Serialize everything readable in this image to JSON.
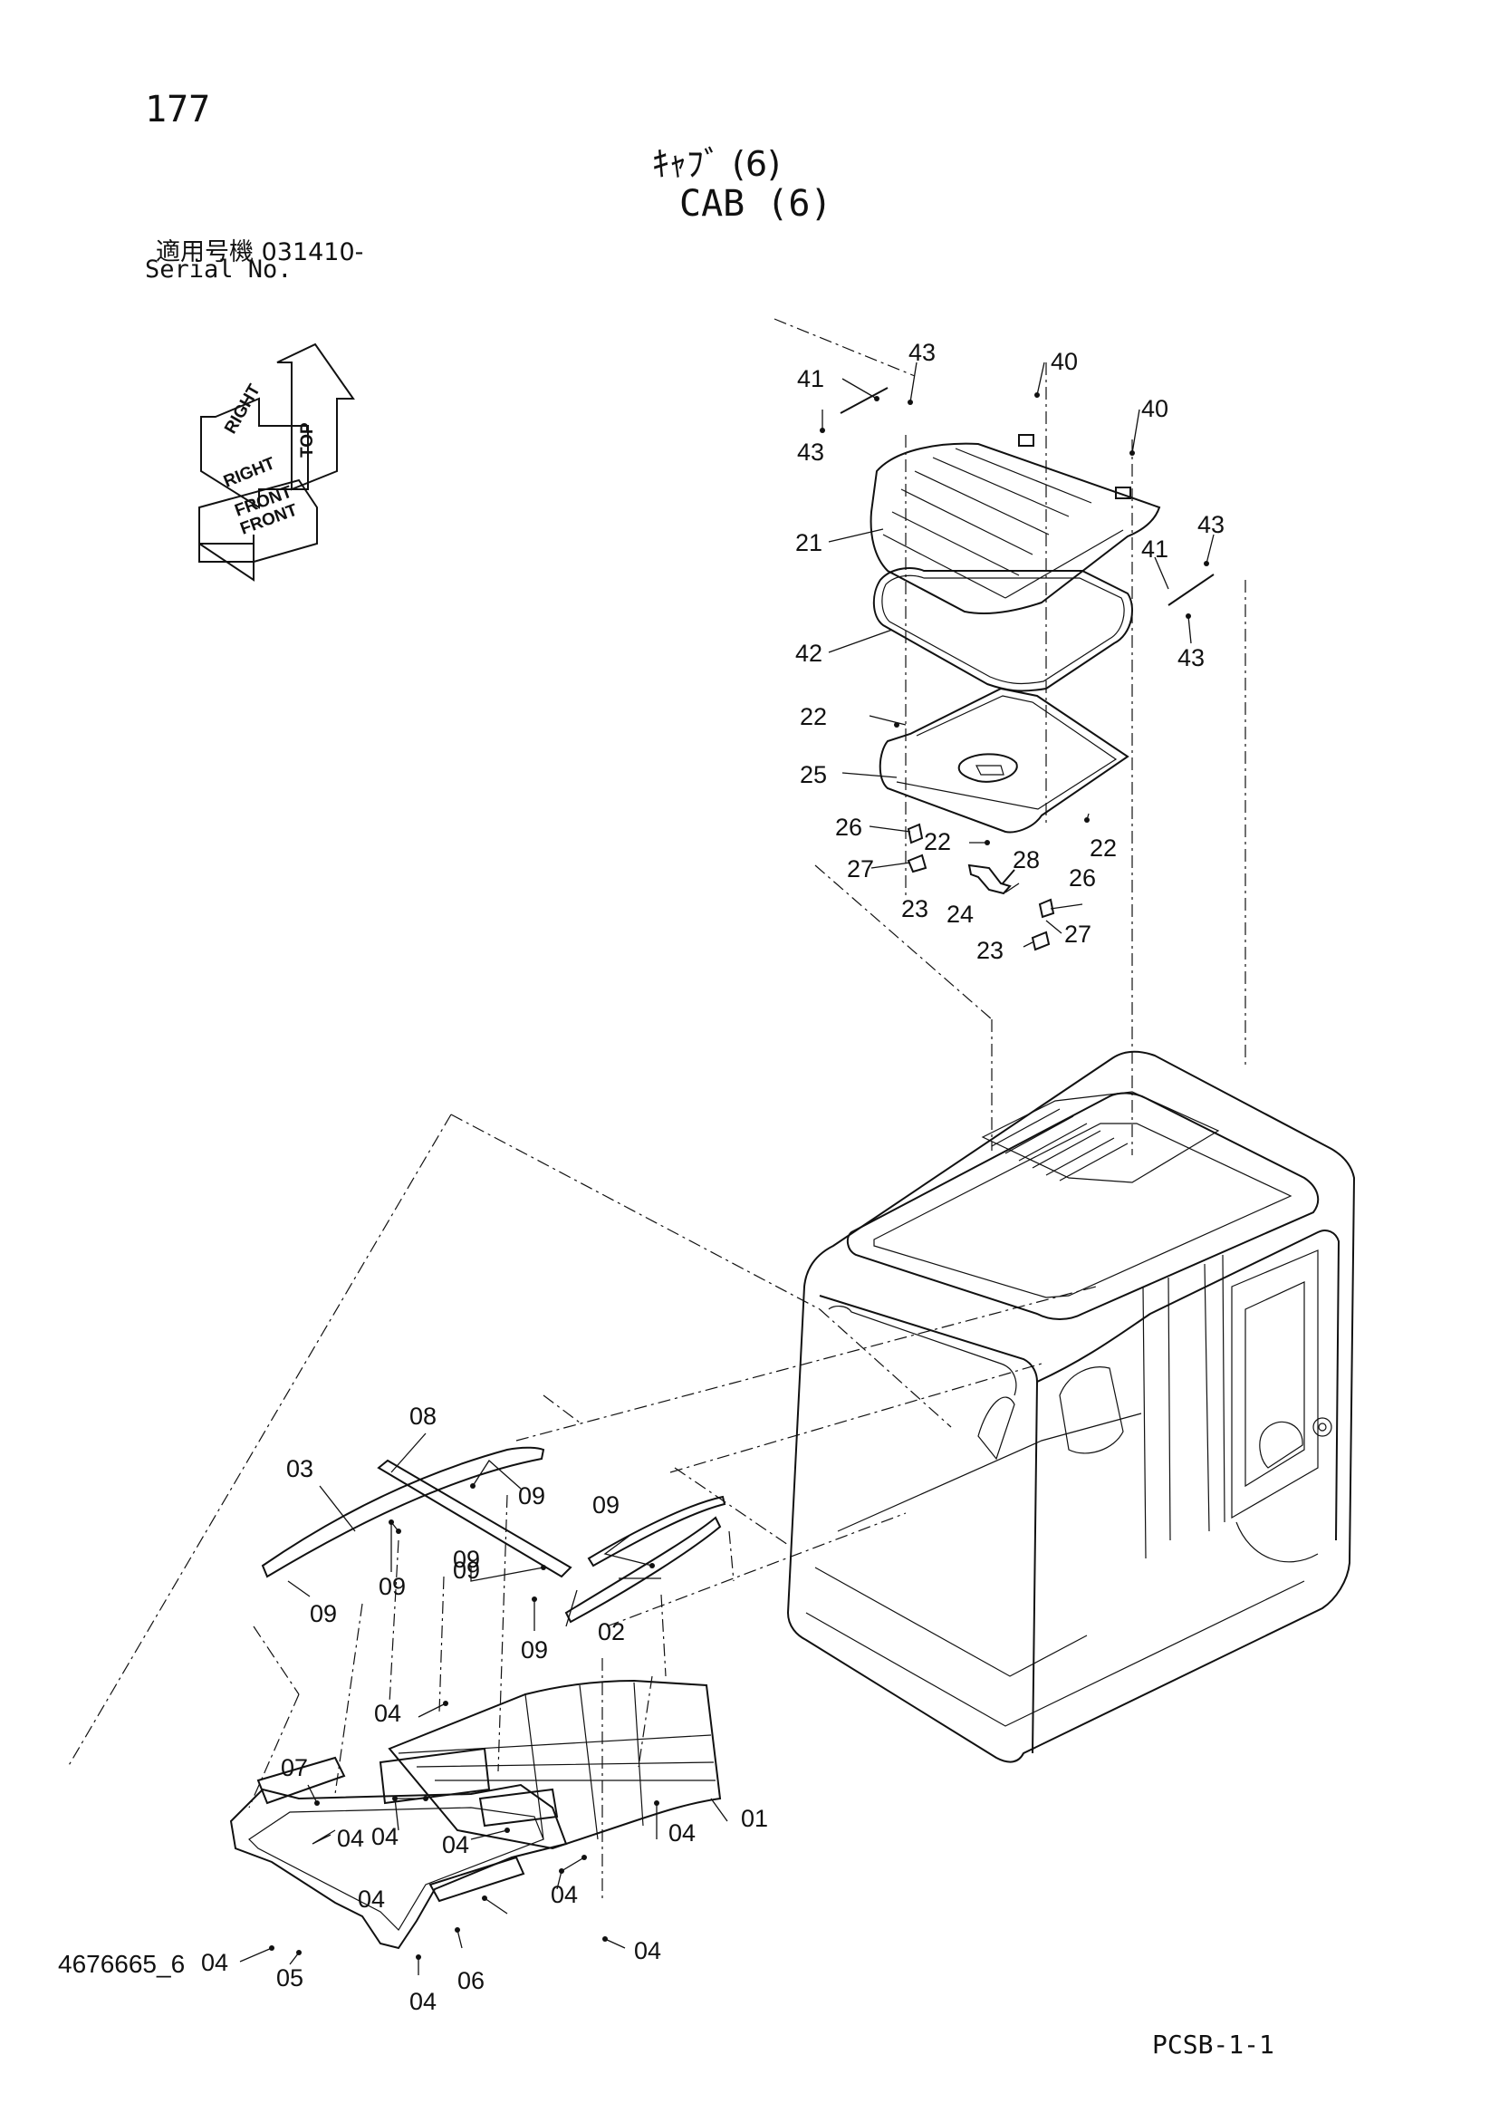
{
  "page": {
    "page_number": "177",
    "title_jp": "ｷｬﾌﾞ (6)",
    "title_en": "CAB (6)",
    "serial_jp": "適用号機  031410-",
    "serial_en": "Serial No.",
    "drawing_number": "4676665_6",
    "page_code": "PCSB-1-1"
  },
  "orientation_indicator": {
    "labels": [
      "TOP",
      "RIGHT",
      "RIGHT",
      "FRONT",
      "FRONT"
    ]
  },
  "callouts": [
    "43",
    "41",
    "43",
    "40",
    "40",
    "43",
    "41",
    "43",
    "21",
    "42",
    "22",
    "25",
    "22",
    "26",
    "22",
    "27",
    "28",
    "26",
    "23",
    "24",
    "27",
    "23",
    "08",
    "03",
    "09",
    "09",
    "09",
    "09",
    "09",
    "09",
    "02",
    "09",
    "04",
    "07",
    "04",
    "04",
    "01",
    "04",
    "04",
    "04",
    "04",
    "04",
    "04",
    "05",
    "06",
    "04"
  ]
}
